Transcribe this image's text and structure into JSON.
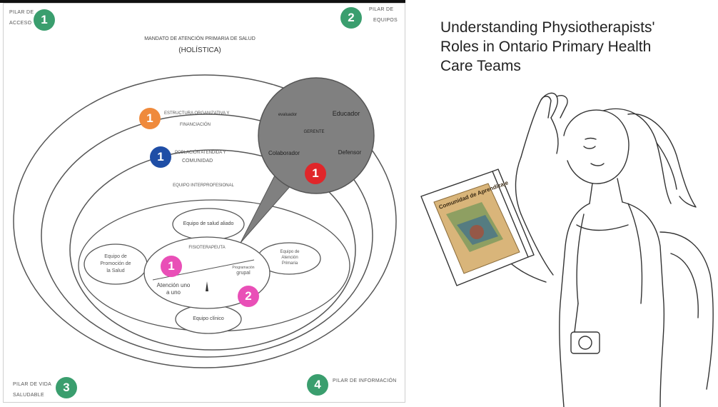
{
  "corners": {
    "top_left": {
      "line1": "PILAR DE",
      "line2": "ACCESO",
      "num": "1"
    },
    "top_right": {
      "line1": "PILAR DE",
      "line2": "EQUIPOS",
      "num": "2"
    },
    "bottom_left": {
      "line1": "PILAR DE VIDA",
      "line2": "SALUDABLE",
      "num": "3"
    },
    "bottom_right": {
      "line1": "PILAR DE INFORMACIÓN",
      "num": "4"
    }
  },
  "mandate": {
    "title": "MANDATO DE ATENCIÓN PRIMARIA DE SALUD",
    "subtitle": "(HOLÍSTICA)"
  },
  "rings": {
    "structure": {
      "line1": "ESTRUCTURA ORGANIZATIVA Y",
      "line2": "FINANCIACIÓN",
      "num": "1"
    },
    "population": {
      "line1": "POBLACIÓN ATENDIDA Y",
      "line2": "COMUNIDAD",
      "num": "1"
    },
    "team": {
      "label": "EQUIPO INTERPROFESIONAL"
    }
  },
  "bubble": {
    "evaluador": "evaluador",
    "educador": "Educador",
    "gerente": "GERENTE",
    "colaborador": "Colaborador",
    "defensor": "Defensor",
    "num": "1"
  },
  "teams": {
    "allied": "Equipo de salud aliado",
    "promotion": [
      "Equipo de",
      "Promoción de",
      "la Salud"
    ],
    "primary": [
      "Equipo de",
      "Atención",
      "Primaria"
    ],
    "clinical": "Equipo clínico"
  },
  "physio": {
    "label": "FISIOTERAPEUTA",
    "one_to_one": [
      "Atención uno",
      "a uno"
    ],
    "group": [
      "Programación",
      "grupal"
    ],
    "num_left": "1",
    "num_right": "2"
  },
  "right_title": [
    "Understanding Physiotherapists'",
    "Roles in Ontario Primary Health",
    "Care Teams"
  ],
  "book_title": "Comunidad de Aprendizaje",
  "colors": {
    "green": "#3a9e6e",
    "orange": "#ef8a3c",
    "blue": "#1f4ea6",
    "red": "#e0262a",
    "pink": "#e94fb7",
    "bubble": "#808080"
  }
}
